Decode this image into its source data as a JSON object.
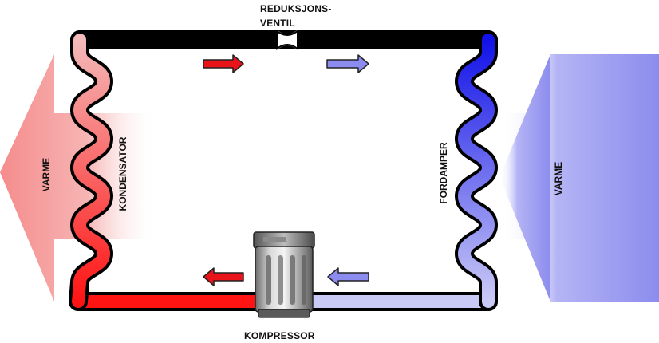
{
  "labels": {
    "valve_line1": "REDUKSJONS-",
    "valve_line2": "VENTIL",
    "compressor": "KOMPRESSOR",
    "condenser": "KONDENSATOR",
    "evaporator": "FORDAMPER",
    "heat_left": "VARME",
    "heat_right": "VARME"
  },
  "colors": {
    "hot": "#ff1a1a",
    "hot_light": "#f5b8b8",
    "cold": "#1a1aff",
    "cold_light": "#c9c9f6",
    "arrow_hot": "#f5a0a0",
    "arrow_cold": "#8f8ff0",
    "flow_hot": "#e8141a",
    "flow_cold": "#8c8cf0"
  },
  "icons": {
    "compressor": "compressor-icon",
    "flow_arrow": "flow-arrow-icon",
    "heat_arrow": "heat-arrow-icon"
  }
}
